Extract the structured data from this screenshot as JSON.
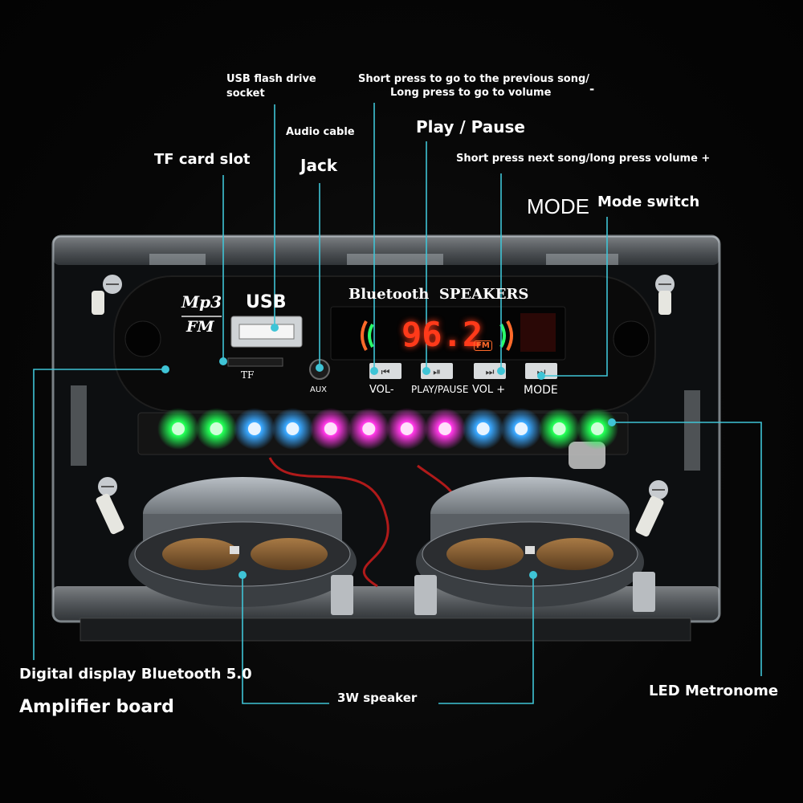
{
  "labels": {
    "usb_socket": "USB flash drive",
    "usb_socket_2": "socket",
    "prev_song": "Short press to go to the previous song/",
    "prev_song_2": "Long press to go to volume",
    "minus_sign": "-",
    "audio_cable": "Audio cable",
    "play_pause": "Play / Pause",
    "tf_slot": "TF card slot",
    "jack": "Jack",
    "next_song": "Short press next song/long press volume +",
    "mode_word": "MODE",
    "mode_switch": "Mode switch",
    "board_line1": "Digital display Bluetooth 5.0",
    "board_line2": "Amplifier board",
    "speaker": "3W speaker",
    "led": "LED Metronome"
  },
  "panel": {
    "logo_top": "Mp3",
    "logo_bottom": "FM",
    "usb": "USB",
    "tf": "TF",
    "aux": "AUX",
    "title": "Bluetooth  SPEAKERS",
    "display": "96.2",
    "display_badge": "FM",
    "btn_vol_minus": "VOL-",
    "btn_play": "PLAY/PAUSE",
    "btn_vol_plus": "VOL +",
    "btn_mode": "MODE"
  },
  "colors": {
    "callout": "#3fc4d6",
    "display": "#ff3a1a",
    "led_green": "#22ff55",
    "led_blue": "#3aa8ff",
    "led_magenta": "#ff38e6"
  },
  "leds": [
    "green",
    "green",
    "blue",
    "blue",
    "magenta",
    "magenta",
    "magenta",
    "magenta",
    "blue",
    "blue",
    "green",
    "green"
  ]
}
